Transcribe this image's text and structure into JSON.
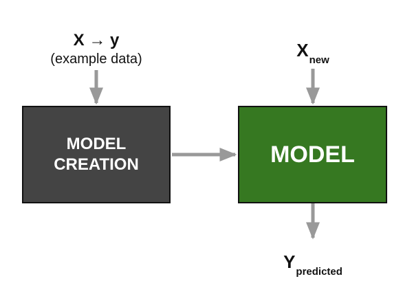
{
  "colors": {
    "creation_box": "#444444",
    "model_box": "#367821",
    "arrow": "#999999"
  },
  "inputs": {
    "main": "X → y",
    "sub": "(example data)"
  },
  "creation_box": {
    "line1": "MODEL",
    "line2": "CREATION"
  },
  "model_box": {
    "label": "MODEL"
  },
  "new_input": {
    "base": "X",
    "sub": "new"
  },
  "output": {
    "base": "Y",
    "sub": "predicted"
  }
}
